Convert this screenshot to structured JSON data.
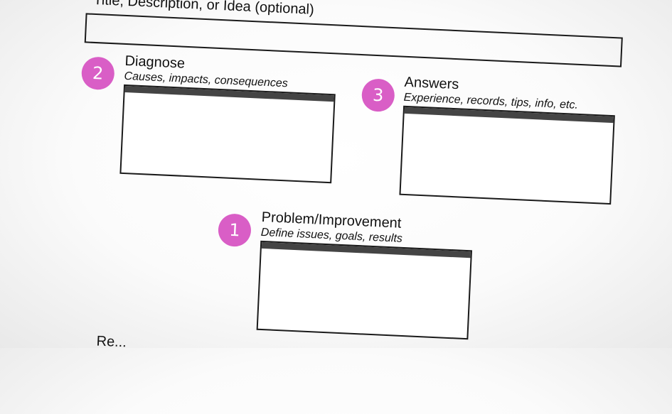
{
  "header": {
    "title_label": "Title, Description, or Idea (optional)"
  },
  "sections": {
    "diagnose": {
      "number": "2",
      "title": "Diagnose",
      "subtitle": "Causes, impacts, consequences"
    },
    "answers": {
      "number": "3",
      "title": "Answers",
      "subtitle": "Experience, records, tips, info, etc."
    },
    "problem": {
      "number": "1",
      "title": "Problem/Improvement",
      "subtitle": "Define issues, goals, results"
    }
  },
  "footer": {
    "cut_text": "Re..."
  },
  "colors": {
    "badge": "#d95ec6",
    "header_bar": "#444444",
    "border": "#1a1a1a"
  }
}
